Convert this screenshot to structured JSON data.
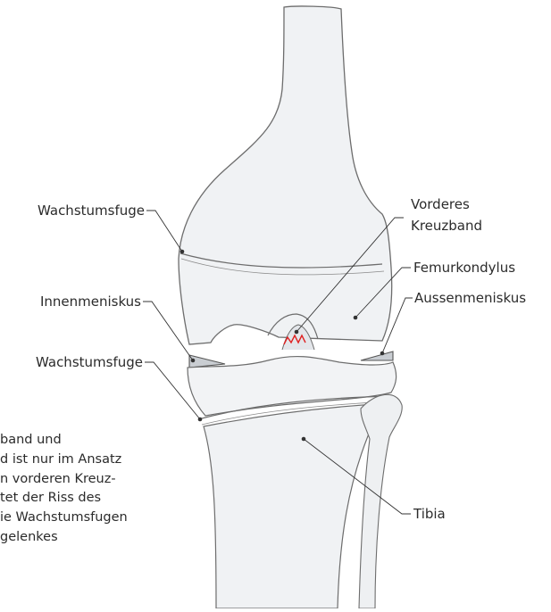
{
  "labels": {
    "growth_plate_upper": "Wachstumsfuge",
    "medial_meniscus": "Innenmeniskus",
    "growth_plate_lower": "Wachstumsfuge",
    "acl_line1": "Vorderes",
    "acl_line2": "Kreuzband",
    "femoral_condyle": "Femurkondylus",
    "lateral_meniscus": "Aussenmeniskus",
    "tibia": "Tibia"
  },
  "caption": {
    "lines": [
      "band und",
      "d ist nur im Ansatz",
      "n vorderen Kreuz-",
      "tet der Riss des",
      "ie Wachstumsfugen",
      "gelenkes"
    ]
  },
  "colors": {
    "pencil": "#6d6d6d",
    "bone_fill": "#eef0f2",
    "tear": "#e02020",
    "leader": "#333333"
  }
}
